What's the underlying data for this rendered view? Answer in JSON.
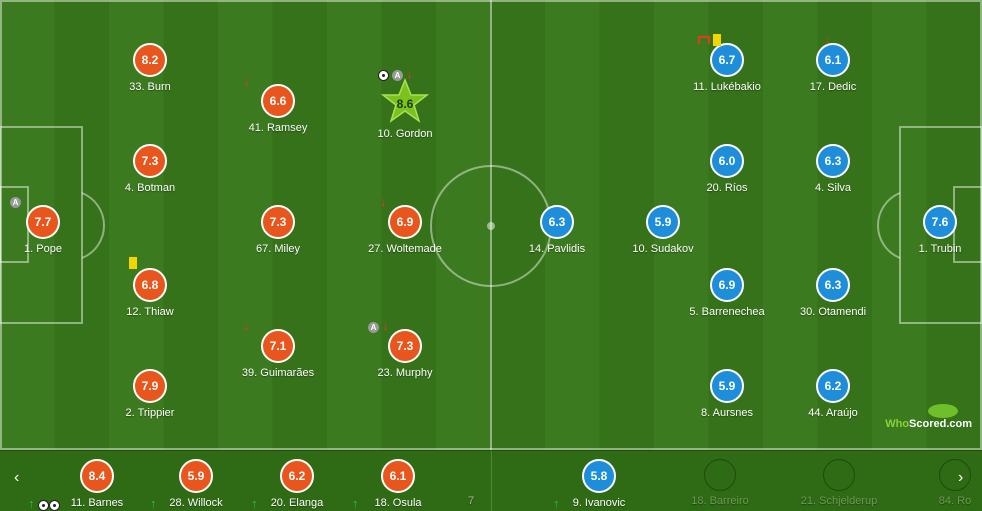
{
  "home_team": {
    "color": "#e8551d",
    "players": [
      {
        "name": "1. Pope",
        "rating": "7.7",
        "captain": true
      },
      {
        "name": "33. Burn",
        "rating": "8.2"
      },
      {
        "name": "4. Botman",
        "rating": "7.3"
      },
      {
        "name": "12. Thiaw",
        "rating": "6.8",
        "yellow_card": true
      },
      {
        "name": "2. Trippier",
        "rating": "7.9"
      },
      {
        "name": "41. Ramsey",
        "rating": "6.6",
        "subbed_off": true
      },
      {
        "name": "67. Miley",
        "rating": "7.3"
      },
      {
        "name": "39. Guimarães",
        "rating": "7.1",
        "subbed_off": true
      },
      {
        "name": "10. Gordon",
        "rating": "8.6",
        "man_of_the_match": true,
        "goal": true,
        "captain": true,
        "subbed_off": true
      },
      {
        "name": "27. Woltemade",
        "rating": "6.9",
        "subbed_off": true
      },
      {
        "name": "23. Murphy",
        "rating": "7.3",
        "captain": true,
        "subbed_off": true
      }
    ]
  },
  "away_team": {
    "color": "#1e8edb",
    "players": [
      {
        "name": "1. Trubin",
        "rating": "7.6"
      },
      {
        "name": "17. Dedic",
        "rating": "6.1",
        "subbed_off": true
      },
      {
        "name": "4. Silva",
        "rating": "6.3"
      },
      {
        "name": "30. Otamendi",
        "rating": "6.3"
      },
      {
        "name": "44. Araújo",
        "rating": "6.2"
      },
      {
        "name": "11. Lukébakio",
        "rating": "6.7",
        "yellow_card": true,
        "goal_event": true
      },
      {
        "name": "20. Ríos",
        "rating": "6.0"
      },
      {
        "name": "5. Barrenechea",
        "rating": "6.9"
      },
      {
        "name": "8. Aursnes",
        "rating": "5.9"
      },
      {
        "name": "14. Pavlidis",
        "rating": "6.3"
      },
      {
        "name": "10. Sudakov",
        "rating": "5.9"
      }
    ]
  },
  "bench": {
    "home": [
      {
        "name": "11. Barnes",
        "rating": "8.4",
        "goals": 2
      },
      {
        "name": "28. Willock",
        "rating": "5.9"
      },
      {
        "name": "20. Elanga",
        "rating": "6.2"
      },
      {
        "name": "18. Osula",
        "rating": "6.1"
      },
      {
        "name": "7"
      }
    ],
    "away": [
      {
        "name": "9. Ivanovic",
        "rating": "5.8"
      },
      {
        "name": "18. Barreiro",
        "rating": ""
      },
      {
        "name": "21. Schjelderup",
        "rating": ""
      },
      {
        "name": "84. Ro",
        "rating": ""
      }
    ],
    "prev_label": "‹",
    "next_label": "›"
  },
  "logo": {
    "who": "Who",
    "scored": "Scored",
    ".com": ".com",
    "text": "WhoScored.com"
  },
  "icons": {
    "captain": "A",
    "sub_off": "arrow-down-icon",
    "sub_on": "arrow-up-icon",
    "goal": "ball-icon",
    "yellow_card": "yellow-card-icon",
    "goal_frame": "goalpost-icon"
  }
}
